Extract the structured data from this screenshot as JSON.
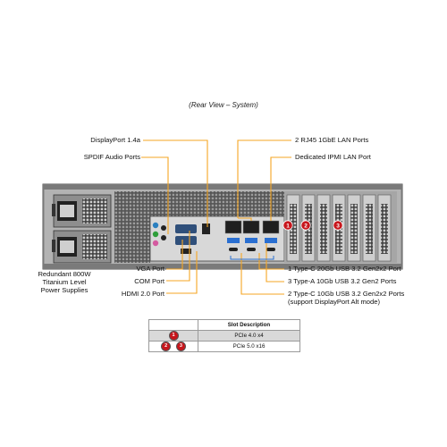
{
  "caption": "(Rear View – System)",
  "labels": {
    "displayport": "DisplayPort 1.4a",
    "spdif": "SPDIF Audio Ports",
    "psu": "Redundant 800W\nTitanium Level\nPower Supplies",
    "vga": "VGA Port",
    "com": "COM Port",
    "hdmi": "HDMI 2.0 Port",
    "rj45": "2 RJ45 1GbE LAN Ports",
    "ipmi": "Dedicated IPMI LAN Port",
    "usbc20": "1 Type-C 20Gb USB 3.2 Gen2x2 Port",
    "usba10": "3 Type-A 10Gb USB 3.2 Gen2 Ports",
    "usbc10": "2 Type-C 10Gb USB 3.2 Gen2x2 Ports\n(support DisplayPort Alt mode)"
  },
  "slot_callouts": [
    "1",
    "2",
    "3"
  ],
  "slot_table": {
    "header": "Slot Description",
    "rows": [
      {
        "badges": [
          "1"
        ],
        "description": "PCIe 4.0 x4"
      },
      {
        "badges": [
          "2",
          "3"
        ],
        "description": "PCIe 5.0 x16"
      }
    ]
  },
  "colors": {
    "leader": "#f5a623",
    "badge": "#c7161c",
    "chassis": "#8a8a8a"
  }
}
